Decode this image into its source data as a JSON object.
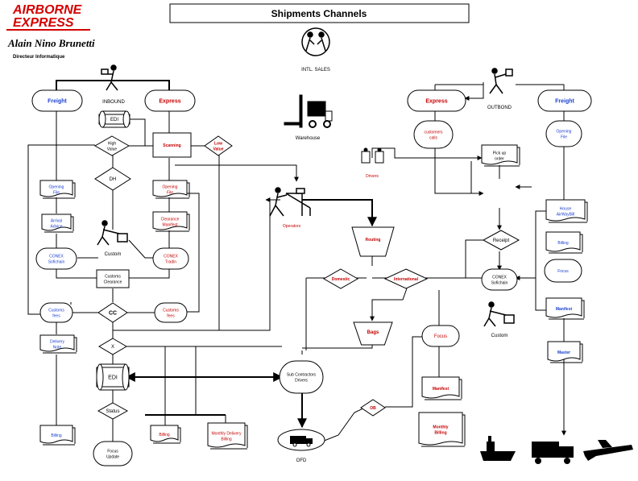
{
  "header": {
    "logo_line1": "AIRBORNE",
    "logo_line2": "EXPRESS",
    "signature": "Alain Nino Brunetti",
    "subtitle": "Directeur Informatique",
    "title": "Shipments Channels"
  },
  "colors": {
    "line": "#000000",
    "blue_text": "#1a3fd0",
    "red_text": "#c40000",
    "node_fill": "#ffffff",
    "logo_red": "#d40000"
  },
  "nodes": {
    "intl_sales": "INTL. SALES",
    "inbound": "INBOUND",
    "outbond": "OUTBOND",
    "warehouse": "Warehouse",
    "freight_in": "Freight",
    "express_in": "Express",
    "express_out": "Express",
    "freight_out": "Freight",
    "edi_top": "EDI",
    "high_value": "High Value",
    "scanning": "Scanning",
    "low_value": "Low Value",
    "dh": "DH",
    "opening_file_l": "Opening File",
    "opening_file_m": "Opening File",
    "opening_file_r": "Opening File",
    "arrival_advice": "Arrival Advice",
    "clearance_manifest": "Clearance Manifest",
    "custom_in": "Custom",
    "conex_sofichain": "CONEX Sofichain",
    "conex_tradin": "CONEX Tradin",
    "customs_clearance": "Customs Clearance",
    "customs_fees_l": "Customs fees",
    "cc": "CC",
    "customs_fees_r": "Customs fees",
    "delivery_note": "Delivery Note",
    "x_diamond": "X",
    "edi_bottom": "EDI",
    "status": "Status",
    "billing_l": "Billing",
    "focus_update": "Focus Update",
    "billing_m": "Billing",
    "monthly_delivery_billing": "Monthly Delivery Billing",
    "sub_contractors": "Sub Contractors Drivers",
    "ofd": "OFD",
    "ob": "OB",
    "customer_calls": "customers calls",
    "drivers": "Drivers",
    "pickup_order": "Pick up order",
    "operators": "Operators",
    "routing": "Routing",
    "receipt": "Receipt",
    "domestic": "Domestic",
    "international": "International",
    "conex_sofichain_r": "CONEX Sofichain",
    "custom_out": "Custom",
    "bags": "Bags",
    "focus_mid": "Focus",
    "manifest_mid": "Manifest",
    "monthly_billing": "Monthly Billing",
    "house_airway_bill": "House AirWayBill",
    "billing_r": "Billing",
    "focus_r": "Focus",
    "manifest_r": "Manifest",
    "master": "Master"
  }
}
